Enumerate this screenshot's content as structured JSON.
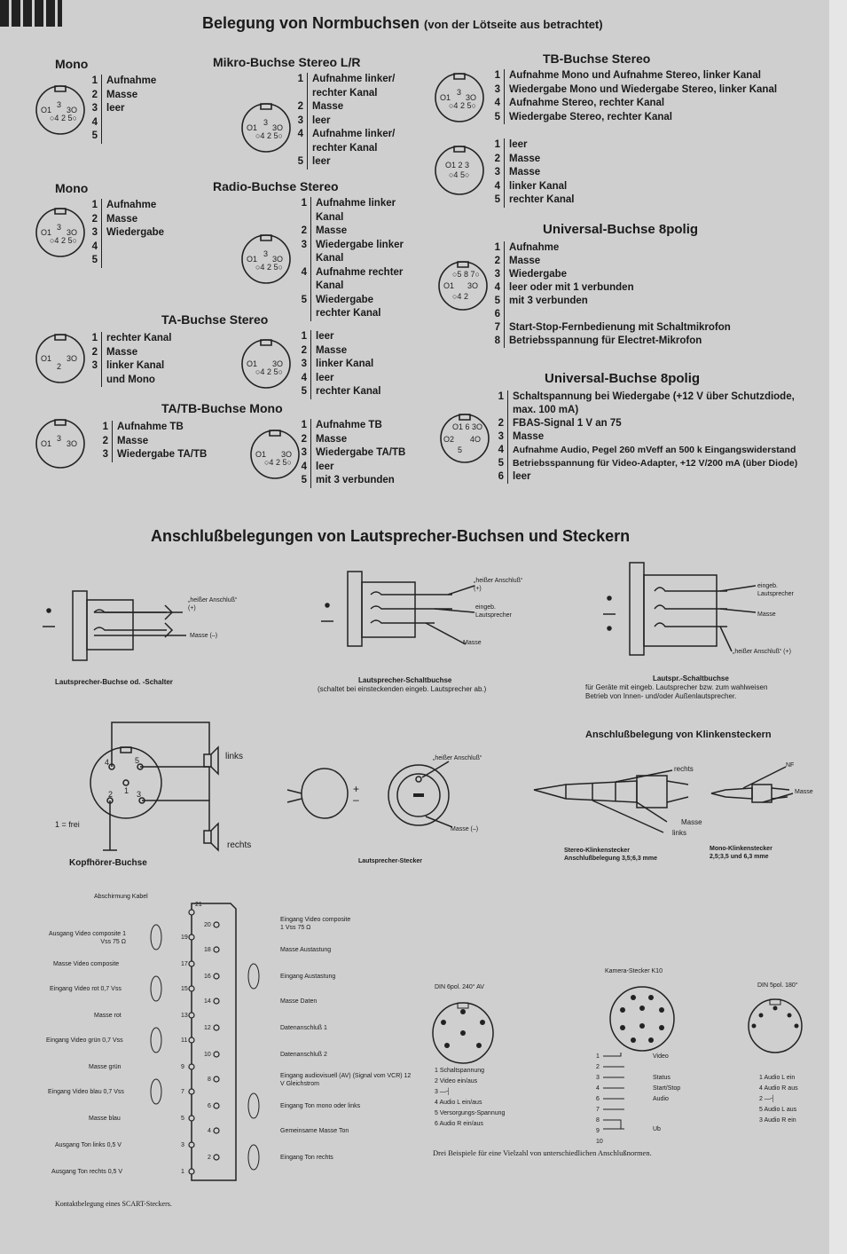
{
  "header": {
    "title": "Belegung von Normbuchsen",
    "subtitle": "(von der Lötseite aus betrachtet)"
  },
  "blocks": [
    {
      "id": "mono1",
      "title": "Mono",
      "pins": [
        [
          "1",
          "Aufnahme"
        ],
        [
          "2",
          "Masse"
        ],
        [
          "3",
          "leer"
        ],
        [
          "4",
          ""
        ],
        [
          "5",
          ""
        ]
      ]
    },
    {
      "id": "mono2",
      "title": "Mono",
      "pins": [
        [
          "1",
          "Aufnahme"
        ],
        [
          "2",
          "Masse"
        ],
        [
          "3",
          "Wiedergabe"
        ],
        [
          "4",
          ""
        ],
        [
          "5",
          ""
        ]
      ]
    },
    {
      "id": "mikro",
      "title": "Mikro-Buchse Stereo L/R",
      "pins": [
        [
          "1",
          "Aufnahme linker/ rechter Kanal"
        ],
        [
          "2",
          "Masse"
        ],
        [
          "3",
          "leer"
        ],
        [
          "4",
          "Aufnahme linker/ rechter Kanal"
        ],
        [
          "5",
          "leer"
        ]
      ]
    },
    {
      "id": "radio",
      "title": "Radio-Buchse Stereo",
      "pins": [
        [
          "1",
          "Aufnahme linker Kanal"
        ],
        [
          "2",
          "Masse"
        ],
        [
          "3",
          "Wiedergabe linker Kanal"
        ],
        [
          "4",
          "Aufnahme rechter Kanal"
        ],
        [
          "5",
          "Wiedergabe rechter Kanal"
        ]
      ]
    },
    {
      "id": "ta",
      "title": "TA-Buchse Stereo",
      "pins": [
        [
          "1",
          "rechter Kanal"
        ],
        [
          "2",
          "Masse"
        ],
        [
          "3",
          "linker Kanal und Mono"
        ]
      ]
    },
    {
      "id": "ta2",
      "title": "",
      "pins": [
        [
          "1",
          "leer"
        ],
        [
          "2",
          "Masse"
        ],
        [
          "3",
          "linker Kanal"
        ],
        [
          "4",
          "leer"
        ],
        [
          "5",
          "rechter Kanal"
        ]
      ]
    },
    {
      "id": "tatb1",
      "title": "TA/TB-Buchse Mono",
      "pins": [
        [
          "1",
          "Aufnahme TB"
        ],
        [
          "2",
          "Masse"
        ],
        [
          "3",
          "Wiedergabe TA/TB"
        ]
      ]
    },
    {
      "id": "tatb2",
      "title": "",
      "pins": [
        [
          "1",
          "Aufnahme TB"
        ],
        [
          "2",
          "Masse"
        ],
        [
          "3",
          "Wiedergabe TA/TB"
        ],
        [
          "4",
          "leer"
        ],
        [
          "5",
          "mit 3 verbunden"
        ]
      ]
    },
    {
      "id": "tb1",
      "title": "TB-Buchse Stereo",
      "pins": [
        [
          "1",
          "Aufnahme Mono und Aufnahme Stereo, linker Kanal"
        ],
        [
          "3",
          "Wiedergabe Mono und Wiedergabe Stereo, linker Kanal"
        ],
        [
          "4",
          "Aufnahme Stereo, rechter Kanal"
        ],
        [
          "5",
          "Wiedergabe Stereo, rechter Kanal"
        ]
      ]
    },
    {
      "id": "tb2",
      "title": "",
      "pins": [
        [
          "1",
          "leer"
        ],
        [
          "2",
          "Masse"
        ],
        [
          "3",
          "Masse"
        ],
        [
          "4",
          "linker Kanal"
        ],
        [
          "5",
          "rechter Kanal"
        ]
      ]
    },
    {
      "id": "uni8a",
      "title": "Universal-Buchse 8polig",
      "pins": [
        [
          "1",
          "Aufnahme"
        ],
        [
          "2",
          "Masse"
        ],
        [
          "3",
          "Wiedergabe"
        ],
        [
          "4",
          "leer oder mit 1 verbunden"
        ],
        [
          "5",
          "mit 3 verbunden"
        ],
        [
          "6",
          ""
        ],
        [
          "7",
          "Start-Stop-Fernbedienung mit Schaltmikrofon"
        ],
        [
          "8",
          "Betriebsspannung für Electret-Mikrofon"
        ]
      ]
    },
    {
      "id": "uni8b",
      "title": "Universal-Buchse 8polig",
      "pins": [
        [
          "1",
          "Schaltspannung bei Wiedergabe (+12 V über Schutzdiode, max. 100 mA)"
        ],
        [
          "2",
          "FBAS-Signal 1 V an 75"
        ],
        [
          "3",
          "Masse"
        ],
        [
          "4",
          "Aufnahme Audio, Pegel 260 mVeff an 500 k Eingangswiderstand"
        ],
        [
          "5",
          "Betriebsspannung für Video-Adapter, +12 V/200 mA (über Diode)"
        ],
        [
          "6",
          "leer"
        ]
      ]
    }
  ],
  "speaker": {
    "title": "Anschlußbelegungen von Lautsprecher-Buchsen und Steckern",
    "d1": {
      "hot": "„heißer Anschluß“ (+)",
      "gnd": "Masse (–)",
      "caption": "Lautsprecher-Buchse od. -Schalter"
    },
    "d2": {
      "hot": "„heißer Anschluß“ (+)",
      "ext": "eingeb. Lautsprecher",
      "gnd": "Masse",
      "caption": "Lautsprecher-Schaltbuchse",
      "caption2": "(schaltet bei einsteckenden eingeb. Lautsprecher ab.)"
    },
    "d3": {
      "ext": "eingeb. Lautsprecher",
      "gnd": "Masse",
      "hot": "„heißer Anschluß“ (+)",
      "caption": "Lautspr.-Schaltbuchse",
      "caption2": "für Geräte mit eingeb. Lautsprecher bzw. zum wahlweisen",
      "caption3": "Betrieb von Innen- und/oder Außenlautsprecher."
    }
  },
  "headphone": {
    "left": "links",
    "right": "rechts",
    "free": "1 = frei",
    "caption": "Kopfhörer-Buchse",
    "pins": [
      "1",
      "2",
      "3",
      "4",
      "5"
    ]
  },
  "plug": {
    "hot": "„heißer Anschluß“",
    "gnd": "Masse (–)",
    "caption": "Lautsprecher-Stecker",
    "plus": "+",
    "minus": "–"
  },
  "jack": {
    "title": "Anschlußbelegung von Klinkensteckern",
    "right": "rechts",
    "gnd": "Masse",
    "left": "links",
    "nf": "NF",
    "gnd2": "Masse",
    "stereo": "Stereo-Klinkenstecker",
    "stereo2": "Anschlußbelegung 3,5;6,3 mme",
    "mono": "Mono-Klinkenstecker",
    "mono2": "2,5;3,5 und 6,3 mme"
  },
  "scart": {
    "caption": "Kontaktbelegung eines SCART-Steckers.",
    "left": [
      [
        "21",
        "Abschirmung Kabel"
      ],
      [
        "19",
        "Ausgang Video composite 1 Vss 75 Ω"
      ],
      [
        "17",
        "Masse Video composite"
      ],
      [
        "15",
        "Eingang Video rot 0,7 Vss"
      ],
      [
        "13",
        "Masse rot"
      ],
      [
        "11",
        "Eingang Video grün 0,7 Vss"
      ],
      [
        "9",
        "Masse grün"
      ],
      [
        "7",
        "Eingang Video blau 0,7 Vss"
      ],
      [
        "5",
        "Masse blau"
      ],
      [
        "3",
        "Ausgang Ton links 0,5 V"
      ],
      [
        "1",
        "Ausgang Ton rechts 0,5 V"
      ]
    ],
    "right": [
      [
        "20",
        "Eingang Video composite 1 Vss 75 Ω"
      ],
      [
        "18",
        "Masse Austastung"
      ],
      [
        "16",
        "Eingang Austastung"
      ],
      [
        "14",
        "Masse Daten"
      ],
      [
        "12",
        "Datenanschluß 1"
      ],
      [
        "10",
        "Datenanschluß 2"
      ],
      [
        "8",
        "Eingang audiovisuell (AV) (Signal vom VCR) 12 V Gleichstrom"
      ],
      [
        "6",
        "Eingang Ton mono oder links"
      ],
      [
        "4",
        "Gemeinsame Masse Ton"
      ],
      [
        "2",
        "Eingang Ton rechts"
      ]
    ]
  },
  "din6": {
    "title": "DIN 6pol. 240° AV",
    "pins": [
      "1 Schaltspannung",
      "2 Video ein/aus",
      "3 —┤",
      "4 Audio L ein/aus",
      "5 Versorgungs-Spannung",
      "6 Audio R ein/aus"
    ]
  },
  "k10": {
    "title": "Kamera-Stecker K10",
    "pins": [
      [
        "1",
        ""
      ],
      [
        "2",
        "Video"
      ],
      [
        "3",
        ""
      ],
      [
        "4",
        "Status"
      ],
      [
        "6",
        "Start/Stop"
      ],
      [
        "7",
        "Audio"
      ],
      [
        "8",
        ""
      ],
      [
        "9",
        ""
      ],
      [
        "10",
        "Ub"
      ]
    ]
  },
  "din5": {
    "title": "DIN 5pol. 180°",
    "pins": [
      "1 Audio L ein",
      "4 Audio R aus",
      "2 —┤",
      "5 Audio L aus",
      "3 Audio R ein"
    ]
  },
  "footer": "Drei Beispiele für eine Vielzahl von unterschiedlichen Anschlußnormen."
}
